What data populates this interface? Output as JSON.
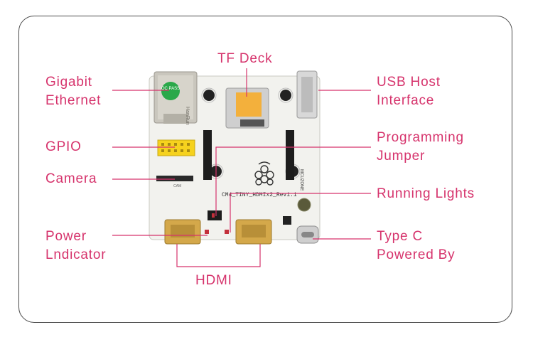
{
  "labels": {
    "tf_deck": "TF Deck",
    "gigabit_ethernet": [
      "Gigabit",
      "Ethernet"
    ],
    "usb_host_interface": [
      "USB Host",
      "Interface"
    ],
    "gpio": "GPIO",
    "programming_jumper": [
      "Programming",
      "Jumper"
    ],
    "camera": "Camera",
    "running_lights": "Running Lights",
    "power_indicator": [
      "Power",
      "Lndicator"
    ],
    "type_c_powered_by": [
      "Type C",
      "Powered By"
    ],
    "hdmi": "HDMI"
  },
  "board_print": {
    "model": "CM4_TINY_HDMIx2_Rev1.1",
    "brand": "MCUZONE",
    "rj45_brand": "HanRun",
    "qc_badge": "QC PASS",
    "camera_silk": "CAM"
  },
  "colors": {
    "label": "#d6336c",
    "line": "#d6336c",
    "frame": "#4a4a4a",
    "pcb": "#f2f2ee",
    "tf_card": "#f3b03c",
    "gpio": "#f6d21e",
    "hdmi": "#d4a84a",
    "qc_badge": "#2aa84a"
  }
}
